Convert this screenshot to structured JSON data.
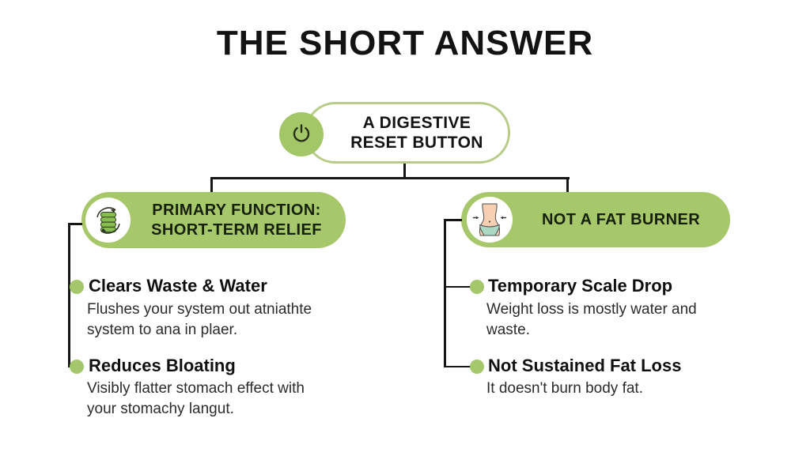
{
  "title": "THE SHORT ANSWER",
  "colors": {
    "background": "#ffffff",
    "green": "#a6c76a",
    "root_border_green": "#b7cd87",
    "connector_line": "#161616",
    "heading_text": "#101010",
    "body_text": "#2b2b2b"
  },
  "root": {
    "icon": "power-icon",
    "line1": "A DIGESTIVE",
    "line2": "RESET BUTTON"
  },
  "left_branch": {
    "header": {
      "icon": "intestines-icon",
      "line1": "PRIMARY FUNCTION:",
      "line2": "SHORT-TERM RELIEF"
    },
    "items": [
      {
        "heading": "Clears Waste & Water",
        "body_line1": "Flushes your system out atniathte",
        "body_line2": "system to ana in plaer."
      },
      {
        "heading": "Reduces Bloating",
        "body_line1": "Visibly flatter stomach effect with",
        "body_line2": "your stomachy langut."
      }
    ]
  },
  "right_branch": {
    "header": {
      "icon": "waist-icon",
      "line1": "NOT A FAT BURNER"
    },
    "items": [
      {
        "heading": "Temporary Scale Drop",
        "body_line1": "Weight loss is mostly water and",
        "body_line2": "waste."
      },
      {
        "heading": "Not Sustained Fat Loss",
        "body_line1": "It doesn't burn body fat.",
        "body_line2": ""
      }
    ]
  }
}
